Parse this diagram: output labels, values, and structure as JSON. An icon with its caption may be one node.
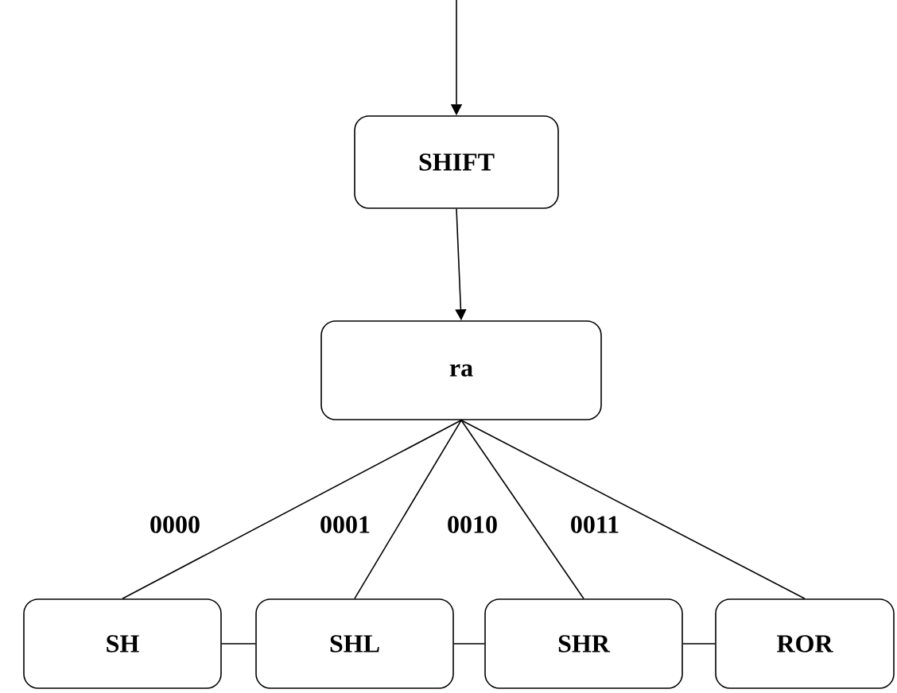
{
  "diagram": {
    "nodes": [
      {
        "text": [
          "SHIFT"
        ]
      },
      {
        "text": [
          "ra"
        ]
      },
      {
        "text": [
          "SH"
        ]
      },
      {
        "text": [
          "SHL"
        ]
      },
      {
        "text": [
          "SHR"
        ]
      },
      {
        "text": [
          "ROR"
        ]
      }
    ],
    "edges": [
      {
        "from": null,
        "to": 0,
        "arrow": "to"
      },
      {
        "from": 0,
        "to": 1,
        "arrow": "to"
      },
      {
        "from": 1,
        "to": 2,
        "arrow": "none",
        "label": "0000"
      },
      {
        "from": 1,
        "to": 3,
        "arrow": "none",
        "label": "0001"
      },
      {
        "from": 1,
        "to": 4,
        "arrow": "none",
        "label": "0010"
      },
      {
        "from": 1,
        "to": 5,
        "arrow": "none",
        "label": "0011"
      },
      {
        "from": 2,
        "to": 3,
        "arrow": "none"
      },
      {
        "from": 3,
        "to": 4,
        "arrow": "none"
      },
      {
        "from": 4,
        "to": 5,
        "arrow": "none"
      }
    ]
  }
}
